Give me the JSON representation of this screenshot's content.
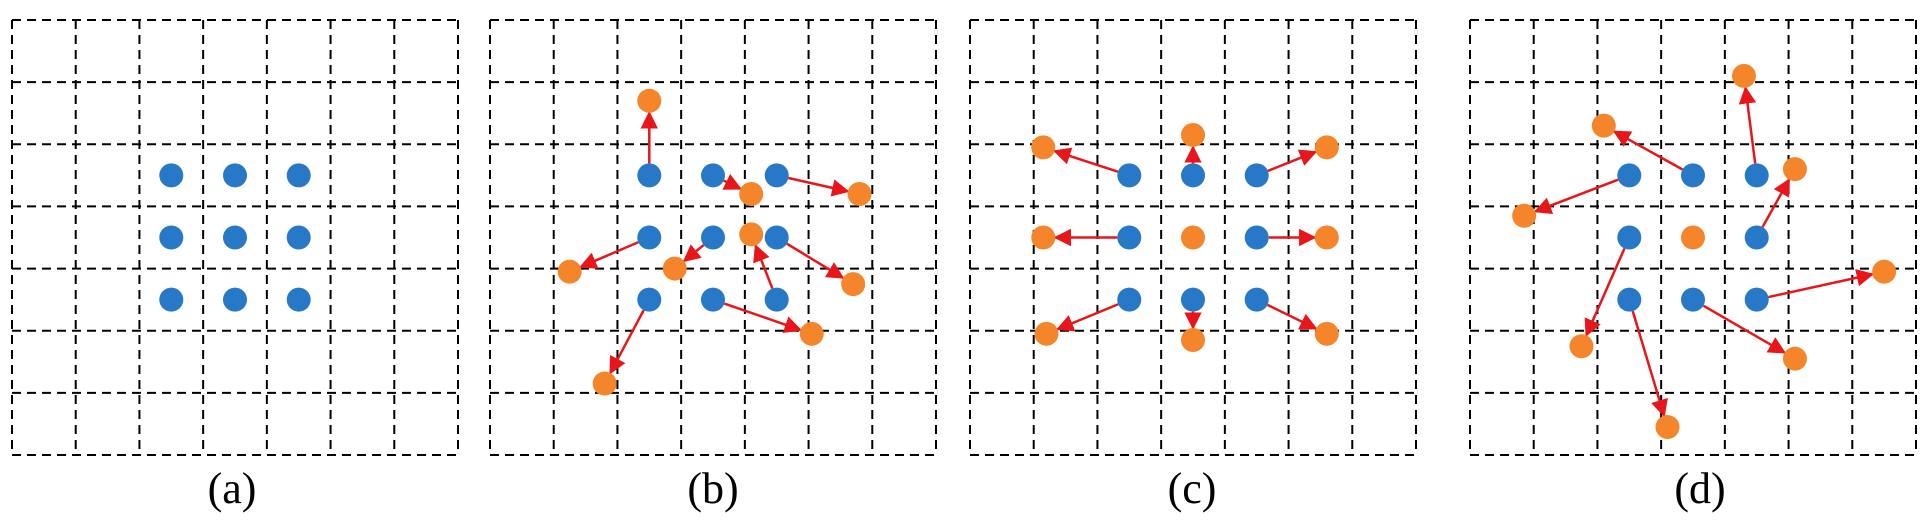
{
  "colors": {
    "sampling_point": "#2878c8",
    "offset_point": "#f5852a",
    "offset_arrow": "#e8161a",
    "grid_line": "#000000"
  },
  "grid": {
    "rows": 7,
    "cols": 7
  },
  "panels": [
    {
      "id": "a",
      "caption": "(a)",
      "sampling_points": [
        [
          2.5,
          2.5
        ],
        [
          3.5,
          2.5
        ],
        [
          4.5,
          2.5
        ],
        [
          2.5,
          3.5
        ],
        [
          3.5,
          3.5
        ],
        [
          4.5,
          3.5
        ],
        [
          2.5,
          4.5
        ],
        [
          3.5,
          4.5
        ],
        [
          4.5,
          4.5
        ]
      ],
      "offsets": []
    },
    {
      "id": "b",
      "caption": "(b)",
      "sampling_points": [
        [
          2.5,
          2.5
        ],
        [
          3.5,
          2.5
        ],
        [
          4.5,
          2.5
        ],
        [
          2.5,
          3.5
        ],
        [
          3.5,
          3.5
        ],
        [
          4.5,
          3.5
        ],
        [
          2.5,
          4.5
        ],
        [
          3.5,
          4.5
        ],
        [
          4.5,
          4.5
        ]
      ],
      "offsets": [
        {
          "from": [
            2.5,
            2.5
          ],
          "to": [
            2.5,
            1.3
          ]
        },
        {
          "from": [
            3.5,
            2.5
          ],
          "to": [
            4.1,
            2.8
          ]
        },
        {
          "from": [
            4.5,
            2.5
          ],
          "to": [
            5.8,
            2.8
          ]
        },
        {
          "from": [
            2.5,
            3.5
          ],
          "to": [
            1.25,
            4.05
          ]
        },
        {
          "from": [
            3.5,
            3.5
          ],
          "to": [
            2.9,
            4.0
          ]
        },
        {
          "from": [
            4.5,
            3.5
          ],
          "to": [
            5.7,
            4.25
          ]
        },
        {
          "from": [
            2.5,
            4.5
          ],
          "to": [
            1.8,
            5.85
          ]
        },
        {
          "from": [
            3.5,
            4.5
          ],
          "to": [
            5.05,
            5.05
          ]
        },
        {
          "from": [
            4.5,
            4.5
          ],
          "to": [
            4.1,
            3.45
          ]
        }
      ]
    },
    {
      "id": "c",
      "caption": "(c)",
      "sampling_points": [
        [
          2.5,
          2.5
        ],
        [
          3.5,
          2.5
        ],
        [
          4.5,
          2.5
        ],
        [
          2.5,
          3.5
        ],
        [
          4.5,
          3.5
        ],
        [
          2.5,
          4.5
        ],
        [
          3.5,
          4.5
        ],
        [
          4.5,
          4.5
        ]
      ],
      "offsets": [
        {
          "from": [
            2.5,
            2.5
          ],
          "to": [
            1.15,
            2.05
          ]
        },
        {
          "from": [
            3.5,
            2.5
          ],
          "to": [
            3.5,
            1.85
          ]
        },
        {
          "from": [
            4.5,
            2.5
          ],
          "to": [
            5.6,
            2.05
          ]
        },
        {
          "from": [
            2.5,
            3.5
          ],
          "to": [
            1.15,
            3.5
          ]
        },
        {
          "from": [
            3.5,
            3.5
          ],
          "to": [
            3.5,
            3.5
          ]
        },
        {
          "from": [
            4.5,
            3.5
          ],
          "to": [
            5.6,
            3.5
          ]
        },
        {
          "from": [
            2.5,
            4.5
          ],
          "to": [
            1.2,
            5.05
          ]
        },
        {
          "from": [
            3.5,
            4.5
          ],
          "to": [
            3.5,
            5.15
          ]
        },
        {
          "from": [
            4.5,
            4.5
          ],
          "to": [
            5.6,
            5.05
          ]
        }
      ]
    },
    {
      "id": "d",
      "caption": "(d)",
      "sampling_points": [
        [
          2.5,
          2.5
        ],
        [
          3.5,
          2.5
        ],
        [
          4.5,
          2.5
        ],
        [
          2.5,
          3.5
        ],
        [
          4.5,
          3.5
        ],
        [
          2.5,
          4.5
        ],
        [
          3.5,
          4.5
        ],
        [
          4.5,
          4.5
        ]
      ],
      "offsets": [
        {
          "from": [
            2.5,
            2.5
          ],
          "to": [
            0.85,
            3.15
          ]
        },
        {
          "from": [
            3.5,
            2.5
          ],
          "to": [
            2.1,
            1.7
          ]
        },
        {
          "from": [
            4.5,
            2.5
          ],
          "to": [
            4.3,
            0.9
          ]
        },
        {
          "from": [
            2.5,
            3.5
          ],
          "to": [
            1.75,
            5.25
          ]
        },
        {
          "from": [
            3.5,
            3.5
          ],
          "to": [
            3.5,
            3.5
          ]
        },
        {
          "from": [
            4.5,
            3.5
          ],
          "to": [
            5.1,
            2.4
          ]
        },
        {
          "from": [
            2.5,
            4.5
          ],
          "to": [
            3.1,
            6.55
          ]
        },
        {
          "from": [
            3.5,
            4.5
          ],
          "to": [
            5.1,
            5.45
          ]
        },
        {
          "from": [
            4.5,
            4.5
          ],
          "to": [
            6.5,
            4.05
          ]
        }
      ]
    }
  ]
}
